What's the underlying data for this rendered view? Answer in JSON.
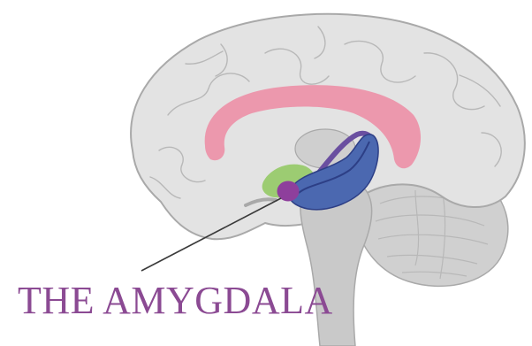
{
  "label": {
    "text": "THE AMYGDALA",
    "color": "#8b4a93"
  },
  "colors": {
    "cortex": "#e3e3e3",
    "cortex_outline": "#a9a9a9",
    "gyri_lines": "#b8b8b8",
    "cingulate": "#ec98ad",
    "thalamus": "#cfcfcf",
    "hippocampus": "#4b68b0",
    "hippocampus_dark": "#2d3f86",
    "fornix": "#6a4fa0",
    "hypothalamus": "#9ccc72",
    "amygdala": "#8e3f9c",
    "brainstem": "#c9c9c9",
    "cerebellum": "#d0d0d0",
    "pointer_line": "#3a3a3a"
  },
  "regions": [
    "cerebral-cortex",
    "cingulate-gyrus",
    "thalamus",
    "hippocampus",
    "fornix",
    "hypothalamus",
    "amygdala",
    "brainstem",
    "cerebellum"
  ]
}
